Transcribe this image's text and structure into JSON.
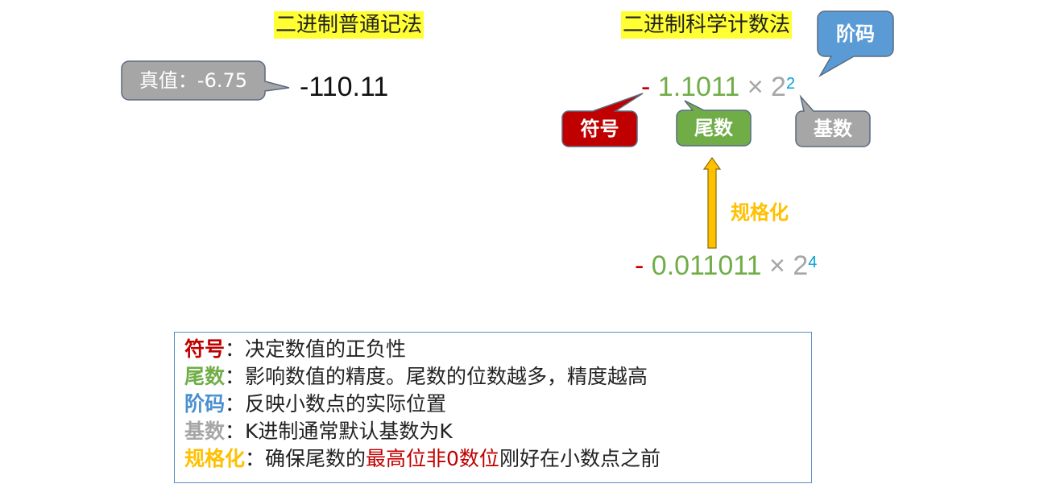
{
  "titles": {
    "normal": "二进制普通记法",
    "scientific": "二进制科学计数法"
  },
  "true_value": {
    "label": "真值：-6.75",
    "binary": "-110.11"
  },
  "scientific_form": {
    "sign": "-",
    "mantissa": "1.1011",
    "times": "×",
    "base": "2",
    "exponent": "2"
  },
  "unnormalized_form": {
    "sign": "-",
    "mantissa": "0.011011",
    "times": "×",
    "base": "2",
    "exponent": "4"
  },
  "bubbles": {
    "exponent": "阶码",
    "sign": "符号",
    "mantissa": "尾数",
    "base": "基数"
  },
  "normalize_label": "规格化",
  "definitions": [
    {
      "term": "符号",
      "text": "：决定数值的正负性"
    },
    {
      "term": "尾数",
      "text": "：影响数值的精度。尾数的位数越多，精度越高"
    },
    {
      "term": "阶码",
      "text": "：反映小数点的实际位置"
    },
    {
      "term": "基数",
      "text": "：K进制通常默认基数为K"
    },
    {
      "term": "规格化",
      "text_before": "：确保尾数的",
      "highlight": "最高位非0数位",
      "text_after": "刚好在小数点之前"
    }
  ],
  "colors": {
    "sign": "#c00000",
    "mantissa": "#70ad47",
    "exponent": "#5b9bd5",
    "base": "#a6a6a6",
    "normalize": "#ffc000",
    "highlight_title": "#ffff33"
  }
}
